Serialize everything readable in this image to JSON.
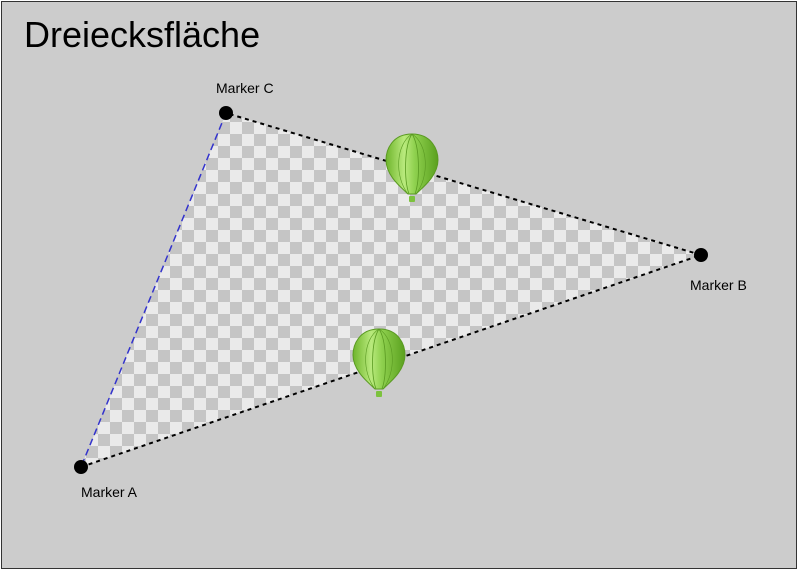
{
  "title": "Dreiecksfläche",
  "markers": [
    {
      "id": "A",
      "label": "Marker A"
    },
    {
      "id": "B",
      "label": "Marker B"
    },
    {
      "id": "C",
      "label": "Marker C"
    }
  ],
  "colors": {
    "background": "#cccccc",
    "edge_dotted": "#000000",
    "edge_dashed": "#3333cc",
    "balloon": "#8fd14f",
    "checker_light": "#ededed",
    "checker_dark": "#c4c4c4"
  },
  "icons": {
    "balloon": "hot-air-balloon-icon"
  }
}
